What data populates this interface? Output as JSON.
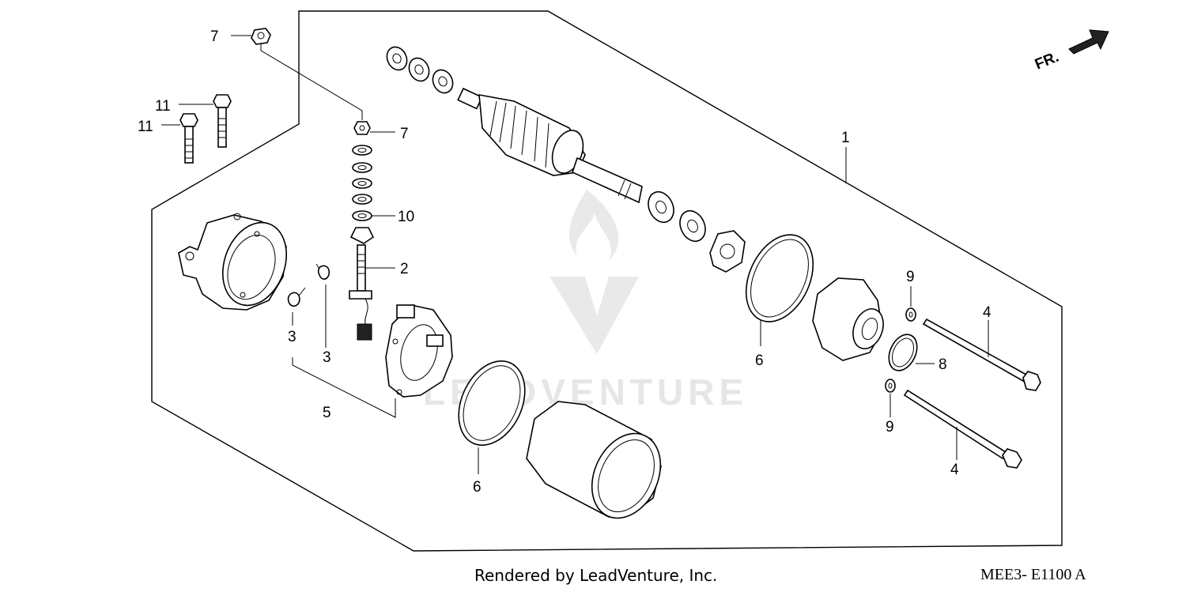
{
  "watermark": {
    "text": "LEADVENTURE"
  },
  "orientation": {
    "label": "FR."
  },
  "callouts": {
    "c1": "1",
    "c2": "2",
    "c3a": "3",
    "c3b": "3",
    "c4a": "4",
    "c4b": "4",
    "c5": "5",
    "c6a": "6",
    "c6b": "6",
    "c7a": "7",
    "c7b": "7",
    "c8": "8",
    "c9a": "9",
    "c9b": "9",
    "c10": "10",
    "c11a": "11",
    "c11b": "11"
  },
  "footer": {
    "credit": "Rendered by LeadVenture, Inc.",
    "code": "MEE3- E1100 A"
  }
}
